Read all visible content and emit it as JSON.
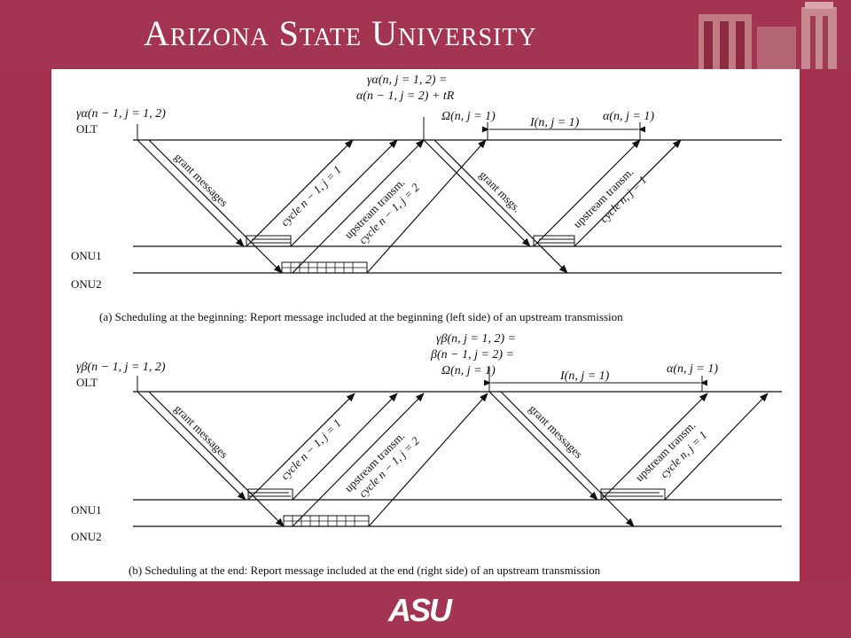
{
  "slide": {
    "title": "Arizona State University",
    "logo_text": "ASU"
  },
  "diagram_a": {
    "left_label": "γα(n − 1, j = 1, 2)",
    "top_label_1": "γα(n, j = 1, 2) =",
    "top_label_2": "α(n − 1, j = 2) + tR",
    "omega_label": "Ω(n, j = 1)",
    "interval_label": "I(n, j = 1)",
    "alpha_label": "α(n, j = 1)",
    "olt": "OLT",
    "onu1": "ONU1",
    "onu2": "ONU2",
    "grant1": "grant messages",
    "cycle1": "cycle n − 1, j = 1",
    "up1_line1": "upstream transm.",
    "up1_line2": "cycle n − 1, j = 2",
    "grant2": "grant msgs.",
    "up2_line1": "upstream transm.",
    "up2_line2": "cycle n, j = 1",
    "caption": "(a) Scheduling at the beginning: Report message included at the beginning (left side) of an upstream transmission"
  },
  "diagram_b": {
    "left_label": "γβ(n − 1, j = 1, 2)",
    "top_label_1": "γβ(n, j = 1, 2) =",
    "top_label_2": "β(n − 1, j = 2) =",
    "top_label_3": "Ω(n, j = 1)",
    "interval_label": "I(n, j = 1)",
    "alpha_label": "α(n, j = 1)",
    "olt": "OLT",
    "onu1": "ONU1",
    "onu2": "ONU2",
    "grant1": "grant messages",
    "cycle1": "cycle n − 1, j = 1",
    "up1_line1": "upstream transm.",
    "up1_line2": "cycle n − 1, j = 2",
    "grant2": "grant messages",
    "up2_line1": "upstream transm.",
    "up2_line2": "cycle n, j = 1",
    "caption": "(b) Scheduling at the end: Report message included at the end (right side) of an upstream transmission"
  },
  "colors": {
    "maroon": "#a33452",
    "white": "#ffffff"
  }
}
